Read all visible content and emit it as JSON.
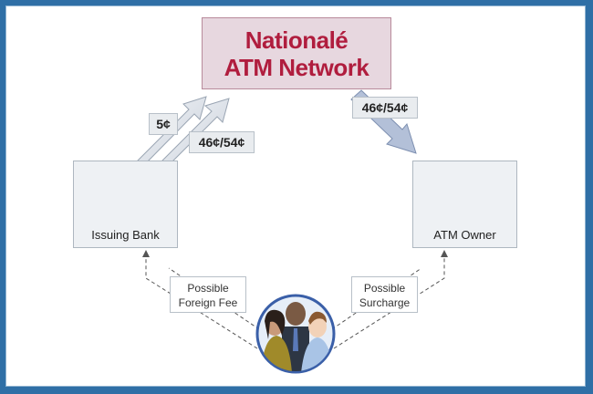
{
  "network": {
    "line1": "Nationalé",
    "line2": "ATM Network"
  },
  "nodes": {
    "bank_label": "Issuing Bank",
    "atm_label": "ATM Owner"
  },
  "fees": {
    "interchange_small": "5¢",
    "interchange_left": "46¢/54¢",
    "interchange_right": "46¢/54¢"
  },
  "customer_fees": {
    "foreign": {
      "line1": "Possible",
      "line2": "Foreign Fee"
    },
    "surcharge": {
      "line1": "Possible",
      "line2": "Surcharge"
    }
  },
  "colors": {
    "network_title": "#b01d3e",
    "frame": "#2f6fa6",
    "arrow_fill": "#dfe3ea"
  }
}
